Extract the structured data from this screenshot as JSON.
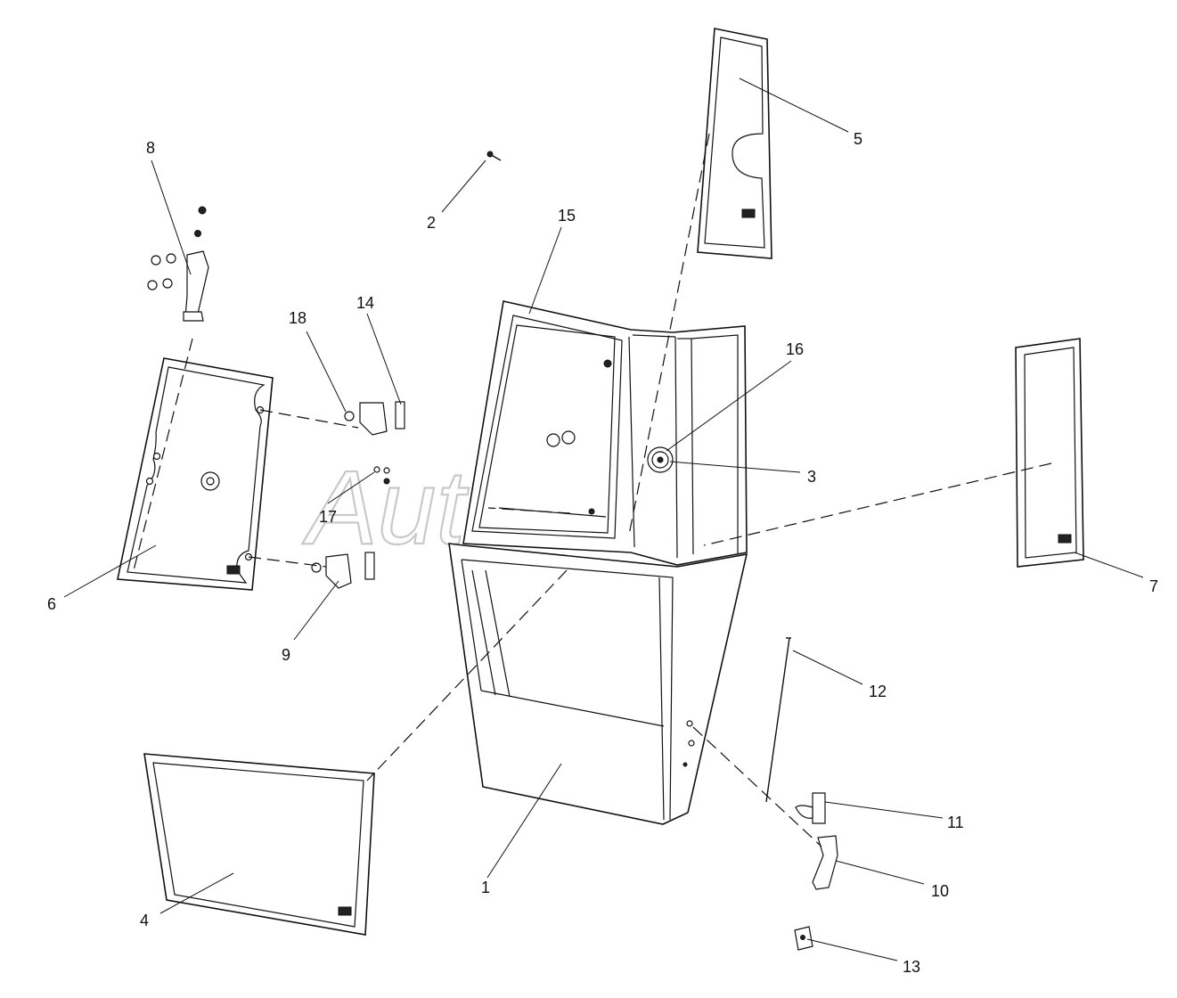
{
  "watermark": "AutoSoft",
  "callouts": [
    {
      "id": "1",
      "label": "1"
    },
    {
      "id": "2",
      "label": "2"
    },
    {
      "id": "3",
      "label": "3"
    },
    {
      "id": "4",
      "label": "4"
    },
    {
      "id": "5",
      "label": "5"
    },
    {
      "id": "6",
      "label": "6"
    },
    {
      "id": "7",
      "label": "7"
    },
    {
      "id": "8",
      "label": "8"
    },
    {
      "id": "9",
      "label": "9"
    },
    {
      "id": "10",
      "label": "10"
    },
    {
      "id": "11",
      "label": "11"
    },
    {
      "id": "12",
      "label": "12"
    },
    {
      "id": "13",
      "label": "13"
    },
    {
      "id": "14",
      "label": "14"
    },
    {
      "id": "15",
      "label": "15"
    },
    {
      "id": "16",
      "label": "16"
    },
    {
      "id": "17",
      "label": "17"
    },
    {
      "id": "18",
      "label": "18"
    }
  ]
}
